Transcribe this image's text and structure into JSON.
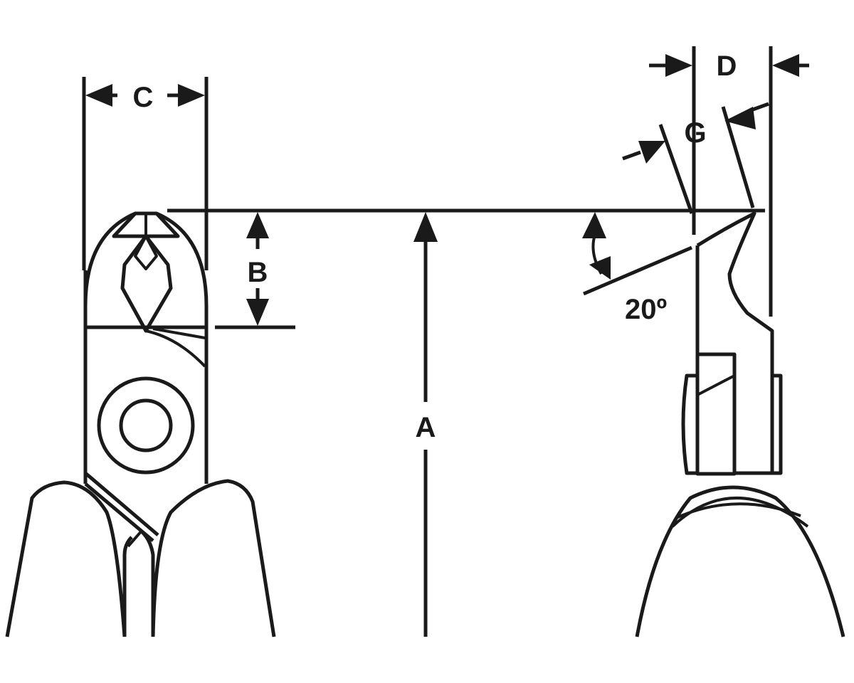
{
  "labels": {
    "a": "A",
    "b": "B",
    "c": "C",
    "d": "D",
    "g": "G",
    "angle": "20º"
  },
  "colors": {
    "line": "#1a1a1a",
    "background": "#ffffff"
  }
}
